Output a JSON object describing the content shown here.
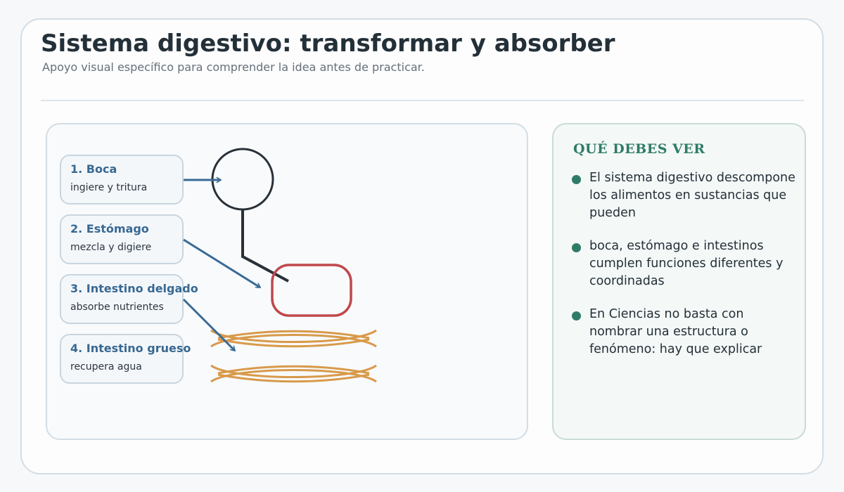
{
  "header": {
    "title": "Sistema digestivo: transformar y absorber",
    "subtitle": "Apoyo visual específico para comprender la idea antes de practicar."
  },
  "steps": [
    {
      "title": "1. Boca",
      "description": "ingiere y tritura"
    },
    {
      "title": "2. Estómago",
      "description": "mezcla y digiere"
    },
    {
      "title": "3. Intestino delgado",
      "description": "absorbe nutrientes"
    },
    {
      "title": "4. Intestino grueso",
      "description": "recupera agua"
    }
  ],
  "side_panel": {
    "heading": "QUÉ DEBES VER",
    "points": [
      "El sistema digestivo descompone los alimentos en sustancias que pueden",
      "boca, estómago e intestinos cumplen funciones diferentes y coordinadas",
      "En Ciencias no basta con nombrar una estructura o fenómeno: hay que explicar"
    ]
  },
  "colors": {
    "title": "#243038",
    "step_title": "#376892",
    "arrow": "#3a6a94",
    "mouth_outline": "#283038",
    "stomach_outline": "#c0484b",
    "intestine": "#d89a4a",
    "accent_green": "#2e7c68"
  }
}
